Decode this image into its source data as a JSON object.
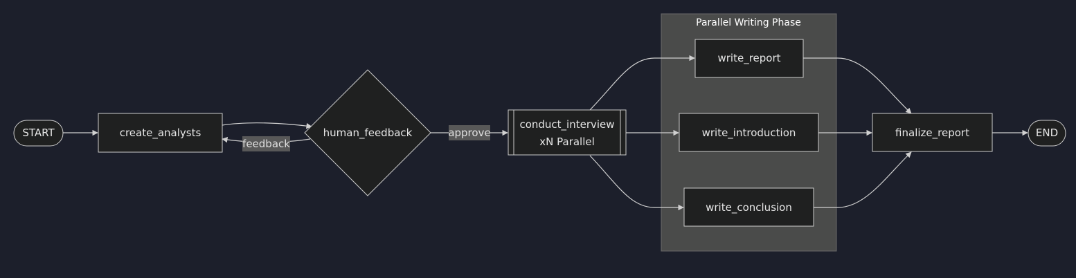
{
  "cluster": {
    "title": "Parallel Writing Phase"
  },
  "nodes": {
    "start": "START",
    "create_analysts": "create_analysts",
    "human_feedback": "human_feedback",
    "conduct_interview_line1": "conduct_interview",
    "conduct_interview_line2": "xN Parallel",
    "write_report": "write_report",
    "write_introduction": "write_introduction",
    "write_conclusion": "write_conclusion",
    "finalize_report": "finalize_report",
    "end": "END"
  },
  "edge_labels": {
    "feedback": "feedback",
    "approve": "approve"
  },
  "colors": {
    "background": "#1c1f2b",
    "node_fill": "#1f2020",
    "node_stroke": "#cccccc",
    "cluster_fill": "#4a4b4a",
    "edge": "#d0d0d0",
    "edge_label_bg": "#585858"
  }
}
